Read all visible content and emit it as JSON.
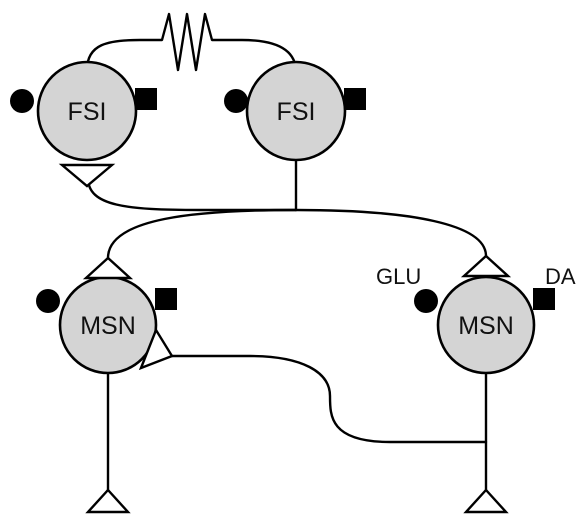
{
  "colors": {
    "soma_fill": "#d4d4d4",
    "line": "#000000",
    "marker": "#000000",
    "terminal_fill": "#ffffff"
  },
  "neurons": {
    "fsi_left": "FSI",
    "fsi_right": "FSI",
    "msn_left": "MSN",
    "msn_right": "MSN"
  },
  "inputs": {
    "glutamate": "GLU",
    "dopamine": "DA"
  },
  "symbols": {
    "electrical_coupling": "resistor-zigzag",
    "glu_input": "filled-circle",
    "da_input": "filled-square",
    "synapse": "open-triangle"
  }
}
